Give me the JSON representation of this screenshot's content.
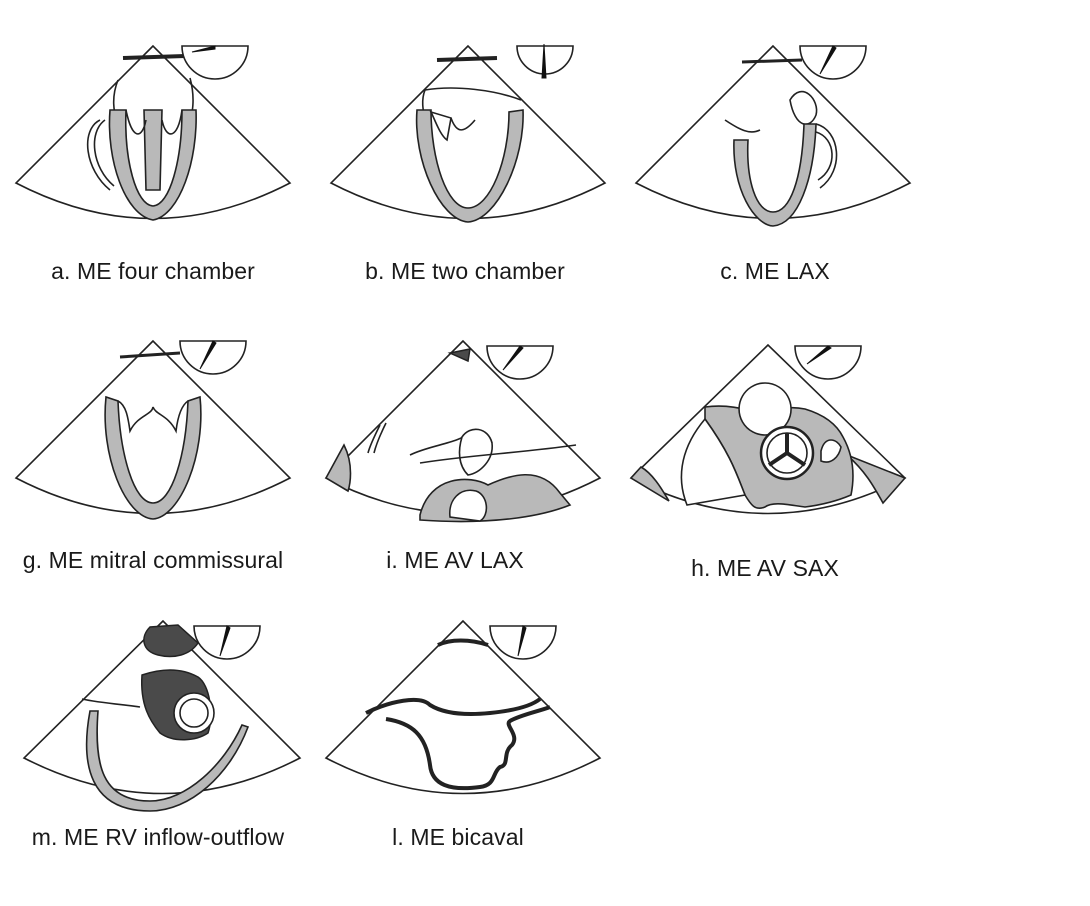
{
  "views": [
    {
      "id": "a",
      "caption": "a. ME four chamber"
    },
    {
      "id": "b",
      "caption": "b. ME two chamber"
    },
    {
      "id": "c",
      "caption": "c. ME LAX"
    },
    {
      "id": "g",
      "caption": "g. ME mitral commissural"
    },
    {
      "id": "i",
      "caption": "i. ME AV LAX"
    },
    {
      "id": "h",
      "caption": "h. ME AV SAX"
    },
    {
      "id": "m",
      "caption": "m. ME RV inflow-outflow"
    },
    {
      "id": "l",
      "caption": "l. ME bicaval"
    }
  ],
  "colors": {
    "myocardium": "#b9b9b9",
    "dark_tissue": "#4a4a4a",
    "outline": "#222222",
    "background": "#ffffff"
  },
  "icons": [
    "omniplane-angle-dial-icon"
  ]
}
